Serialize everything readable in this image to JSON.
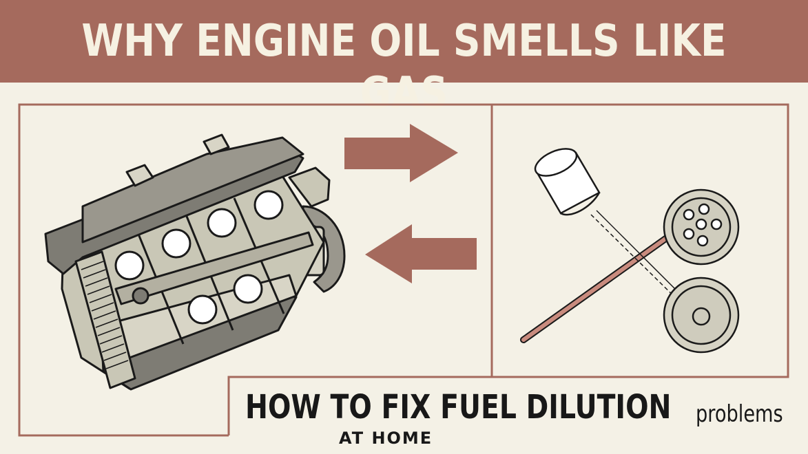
{
  "banner": {
    "title": "WHY ENGINE OIL  SMELLS LIKE GAS"
  },
  "subtitle": {
    "main": "HOW TO FIX FUEL DILUTION",
    "suffix": "problems",
    "line2": "AT HOME"
  },
  "colors": {
    "banner": "#a56a5d",
    "background": "#f4f1e6",
    "arrow": "#a56a5d",
    "frame": "#a56a5d",
    "engine_body": "#c9c7b6",
    "engine_dark": "#7e7c74",
    "ink": "#181818"
  },
  "icons": [
    "engine-icon",
    "arrow-right-icon",
    "arrow-left-icon",
    "oil-cap-icon",
    "dipstick-icon",
    "filter-icon"
  ]
}
